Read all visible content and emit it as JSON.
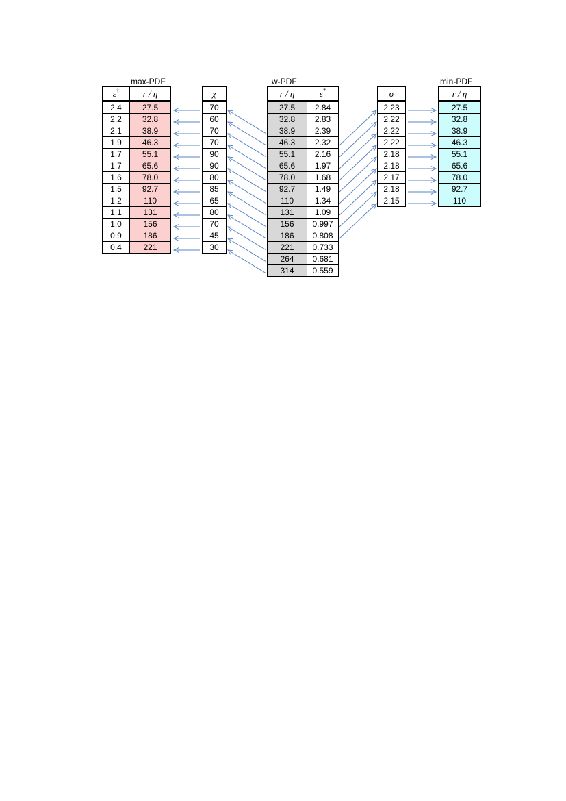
{
  "groups": {
    "max_pdf": "max-PDF",
    "w_pdf": "w-PDF",
    "min_pdf": "min-PDF"
  },
  "headers": {
    "eps_dagger_base": "ε",
    "eps_dagger_sup": "†",
    "r_eta": "r / η",
    "chi": "χ",
    "eps_star_base": "ε",
    "eps_star_sup": "*",
    "sigma": "σ"
  },
  "max_pdf_table": {
    "eps_dagger": [
      "2.4",
      "2.2",
      "2.1",
      "1.9",
      "1.7",
      "1.7",
      "1.6",
      "1.5",
      "1.2",
      "1.1",
      "1.0",
      "0.9",
      "0.4"
    ],
    "r_eta": [
      "27.5",
      "32.8",
      "38.9",
      "46.3",
      "55.1",
      "65.6",
      "78.0",
      "92.7",
      "110",
      "131",
      "156",
      "186",
      "221"
    ]
  },
  "chi_table": {
    "chi": [
      "70",
      "60",
      "70",
      "70",
      "90",
      "90",
      "80",
      "85",
      "65",
      "80",
      "70",
      "45",
      "30"
    ]
  },
  "w_pdf_table": {
    "r_eta": [
      "27.5",
      "32.8",
      "38.9",
      "46.3",
      "55.1",
      "65.6",
      "78.0",
      "92.7",
      "110",
      "131",
      "156",
      "186",
      "221",
      "264",
      "314"
    ],
    "eps_star": [
      "2.84",
      "2.83",
      "2.39",
      "2.32",
      "2.16",
      "1.97",
      "1.68",
      "1.49",
      "1.34",
      "1.09",
      "0.997",
      "0.808",
      "0.733",
      "0.681",
      "0.559"
    ]
  },
  "sigma_table": {
    "sigma": [
      "2.23",
      "2.22",
      "2.22",
      "2.22",
      "2.18",
      "2.18",
      "2.17",
      "2.18",
      "2.15"
    ]
  },
  "min_pdf_table": {
    "r_eta": [
      "27.5",
      "32.8",
      "38.9",
      "46.3",
      "55.1",
      "65.6",
      "78.0",
      "92.7",
      "110"
    ]
  },
  "colors": {
    "arrow": "#5a86c4",
    "max_pdf_fill": "#fdd0d0",
    "w_pdf_fill": "#d8d8d8",
    "min_pdf_fill": "#ccfcfc"
  }
}
